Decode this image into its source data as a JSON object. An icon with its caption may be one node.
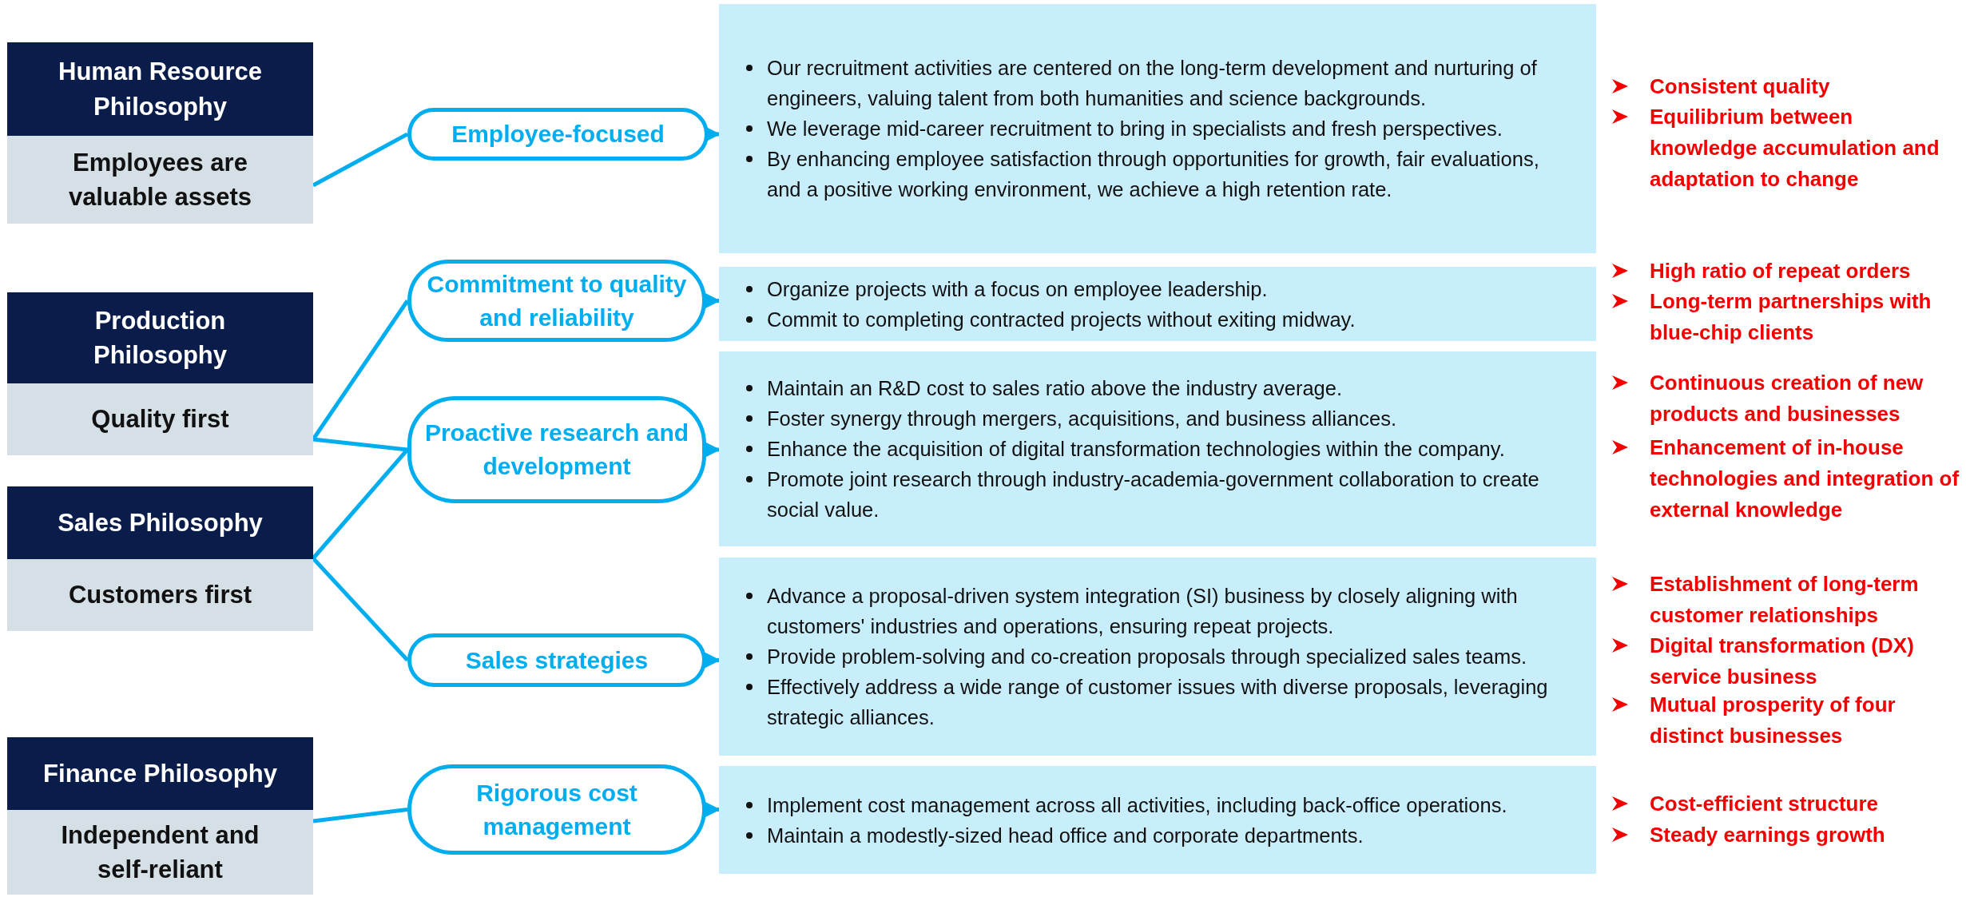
{
  "diagram": {
    "nodes": [
      {
        "text": [
          "Human Resource Philosophy",
          "Employees are valuable assets"
        ]
      },
      {
        "text": [
          "Production Philosophy",
          "Quality first"
        ]
      },
      {
        "text": [
          "Sales Philosophy",
          "Customers first"
        ]
      },
      {
        "text": [
          "Finance Philosophy",
          "Independent and self-reliant"
        ]
      },
      {
        "text": [
          "Employee-focused"
        ]
      },
      {
        "text": [
          "Commitment to quality and reliability"
        ]
      },
      {
        "text": [
          "Proactive research and development"
        ]
      },
      {
        "text": [
          "Sales strategies"
        ]
      },
      {
        "text": [
          "Rigorous cost management"
        ]
      },
      {
        "text": [
          "Our recruitment activities are centered on the long-term development and nurturing of engineers, valuing talent from both humanities and science backgrounds.",
          "We leverage mid-career recruitment to bring in specialists and fresh perspectives.",
          "By enhancing employee satisfaction through opportunities for growth, fair evaluations, and a positive working environment, we achieve a high retention rate."
        ]
      },
      {
        "text": [
          "Organize projects with a focus on employee leadership.",
          "Commit to completing contracted projects without exiting midway."
        ]
      },
      {
        "text": [
          "Maintain an R&D cost to sales ratio above the industry average.",
          "Foster synergy through mergers, acquisitions, and business alliances.",
          "Enhance the acquisition of digital transformation technologies within the company.",
          "Promote joint research through industry-academia-government collaboration to create social value."
        ]
      },
      {
        "text": [
          "Advance a proposal-driven system integration (SI) business by closely aligning with customers' industries and operations, ensuring repeat projects.",
          "Provide problem-solving and co-creation proposals through specialized sales teams.",
          "Effectively address a wide range of customer issues with diverse proposals, leveraging strategic alliances."
        ]
      },
      {
        "text": [
          "Implement cost management across all activities, including back-office operations.",
          "Maintain a modestly-sized head office and corporate departments."
        ]
      }
    ],
    "edges": [
      {
        "from": 0,
        "to": 4,
        "arrow": "none"
      },
      {
        "from": 4,
        "to": 9,
        "arrow": "to"
      },
      {
        "from": 1,
        "to": 5,
        "arrow": "none"
      },
      {
        "from": 1,
        "to": 6,
        "arrow": "none"
      },
      {
        "from": 2,
        "to": 6,
        "arrow": "none"
      },
      {
        "from": 2,
        "to": 7,
        "arrow": "none"
      },
      {
        "from": 5,
        "to": 10,
        "arrow": "to"
      },
      {
        "from": 6,
        "to": 11,
        "arrow": "to"
      },
      {
        "from": 7,
        "to": 12,
        "arrow": "to"
      },
      {
        "from": 3,
        "to": 8,
        "arrow": "none"
      },
      {
        "from": 8,
        "to": 13,
        "arrow": "to"
      }
    ],
    "labels": [
      "Consistent quality",
      "Equilibrium between knowledge accumulation and adaptation to change",
      "High ratio of repeat orders",
      "Long-term partnerships with blue-chip clients",
      "Continuous creation of new products and businesses",
      "Enhancement of in-house technologies and integration of external knowledge",
      "Establishment of long-term customer relationships",
      "Digital transformation (DX) service business",
      "Mutual prosperity of four distinct businesses",
      "Cost-efficient structure",
      "Steady earnings growth"
    ]
  }
}
